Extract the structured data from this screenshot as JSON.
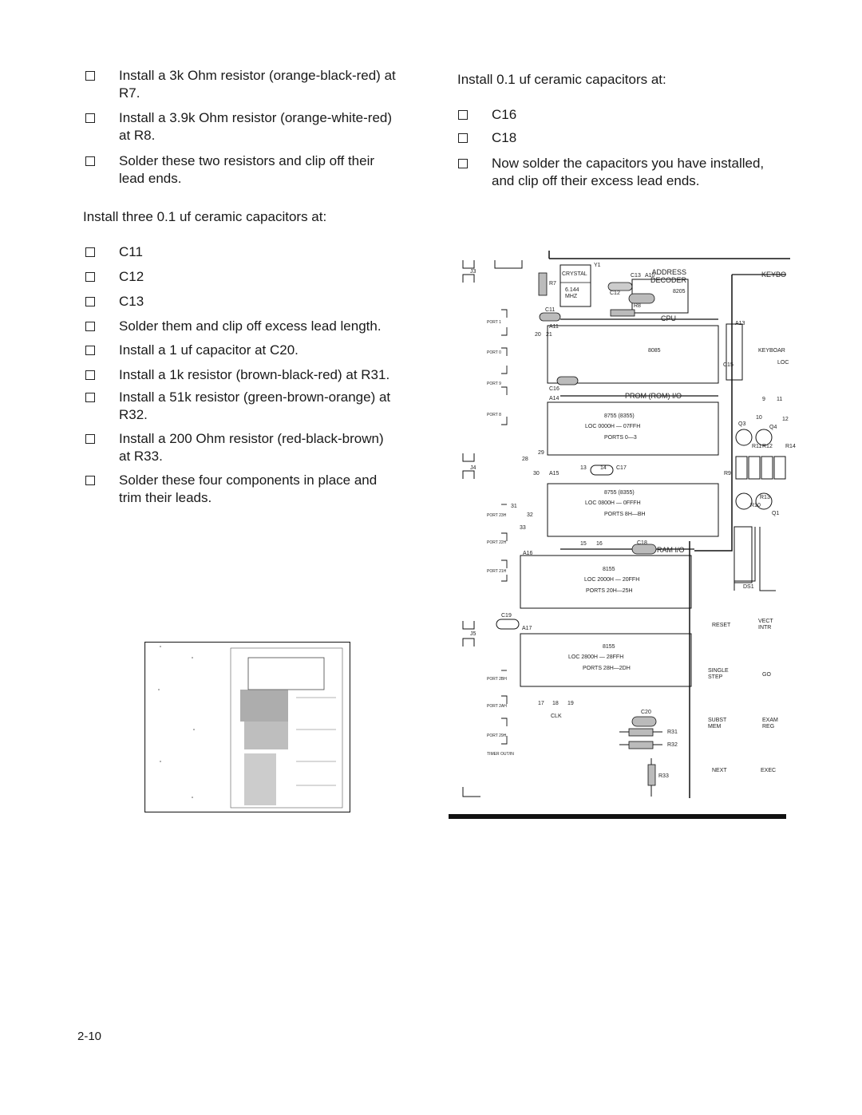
{
  "left_column": {
    "steps_a": [
      {
        "text": "Install a 3k Ohm resistor (orange-black-red) at\nR7."
      },
      {
        "text": "Install a 3.9k Ohm resistor (orange-white-red)\nat R8."
      },
      {
        "text": "Solder these two resistors and clip off their\nlead ends."
      }
    ],
    "intro_b": "Install three 0.1 uf ceramic capacitors at:",
    "steps_b": [
      {
        "text": "C11"
      },
      {
        "text": "C12"
      },
      {
        "text": "C13"
      },
      {
        "text": "Solder them and clip off excess lead length."
      },
      {
        "text": "Install a 1 uf capacitor at C20."
      },
      {
        "text": "Install a 1k resistor (brown-black-red) at R31."
      },
      {
        "text": "Install a 51k resistor (green-brown-orange) at\nR32."
      },
      {
        "text": "Install a 200 Ohm resistor (red-black-brown)\nat R33."
      },
      {
        "text": "Solder these four components in place and\ntrim their leads."
      }
    ]
  },
  "right_column": {
    "intro": "Install 0.1 uf ceramic capacitors at:",
    "steps": [
      {
        "text": "C16"
      },
      {
        "text": "C18"
      },
      {
        "text": "Now solder the capacitors you have installed,\nand clip off their excess lead ends."
      }
    ]
  },
  "diagram": {
    "chips": [
      {
        "id": "A10",
        "name": "ADDRESS DECODER",
        "part": "8205"
      },
      {
        "id": "A11",
        "name": "CPU",
        "part": "8085"
      },
      {
        "id": "A14",
        "name": "PROM (ROM) I/O",
        "part": "8755 (8355)",
        "loc": "LOC 0000H — 07FFH",
        "ports": "PORTS 0—3"
      },
      {
        "id": "A15",
        "name": "",
        "part": "8755 (8355)",
        "loc": "LOC 0800H — 0FFFH",
        "ports": "PORTS 8H—BH"
      },
      {
        "id": "A16",
        "name": "RAM I/O",
        "part": "8155",
        "loc": "LOC 2000H — 20FFH",
        "ports": "PORTS 20H—25H"
      },
      {
        "id": "A17",
        "name": "",
        "part": "8155",
        "loc": "LOC 2800H — 28FFH",
        "ports": "PORTS 28H—2DH"
      }
    ],
    "crystal": {
      "label": "CRYSTAL",
      "freq": "6.144 MHZ",
      "ref": "Y1"
    },
    "port_labels": [
      "PORT 1",
      "PORT 0",
      "PORT 9",
      "PORT 8",
      "PORT 23H",
      "PORT 22H",
      "PORT 21H",
      "PORT 2BH",
      "PORT 2AH",
      "PORT 29H",
      "TIMER OUT/IN"
    ],
    "connectors": [
      "J3",
      "J4",
      "J5"
    ],
    "components": [
      "R7",
      "R8",
      "C11",
      "C12",
      "C13",
      "C15",
      "C16",
      "C17",
      "C18",
      "C19",
      "C20",
      "R31",
      "R32",
      "R33",
      "A13",
      "DS1",
      "R9",
      "R10",
      "R11",
      "R12",
      "R13",
      "R14",
      "Q1",
      "Q3",
      "Q4",
      "CLK"
    ],
    "keys": [
      [
        "RESET",
        "VECT INTR"
      ],
      [
        "SINGLE STEP",
        "GO"
      ],
      [
        "SUBST MEM",
        "EXAM REG"
      ],
      [
        "NEXT",
        "EXEC"
      ]
    ],
    "edge_labels": [
      "KEYBO",
      "KEYBOAR",
      "LOC"
    ],
    "pin_numbers": [
      "20",
      "21",
      "28",
      "29",
      "30",
      "31",
      "32",
      "33",
      "13",
      "14",
      "15",
      "16",
      "17",
      "18",
      "19",
      "9",
      "11",
      "10",
      "12"
    ]
  },
  "page_number": "2-10"
}
